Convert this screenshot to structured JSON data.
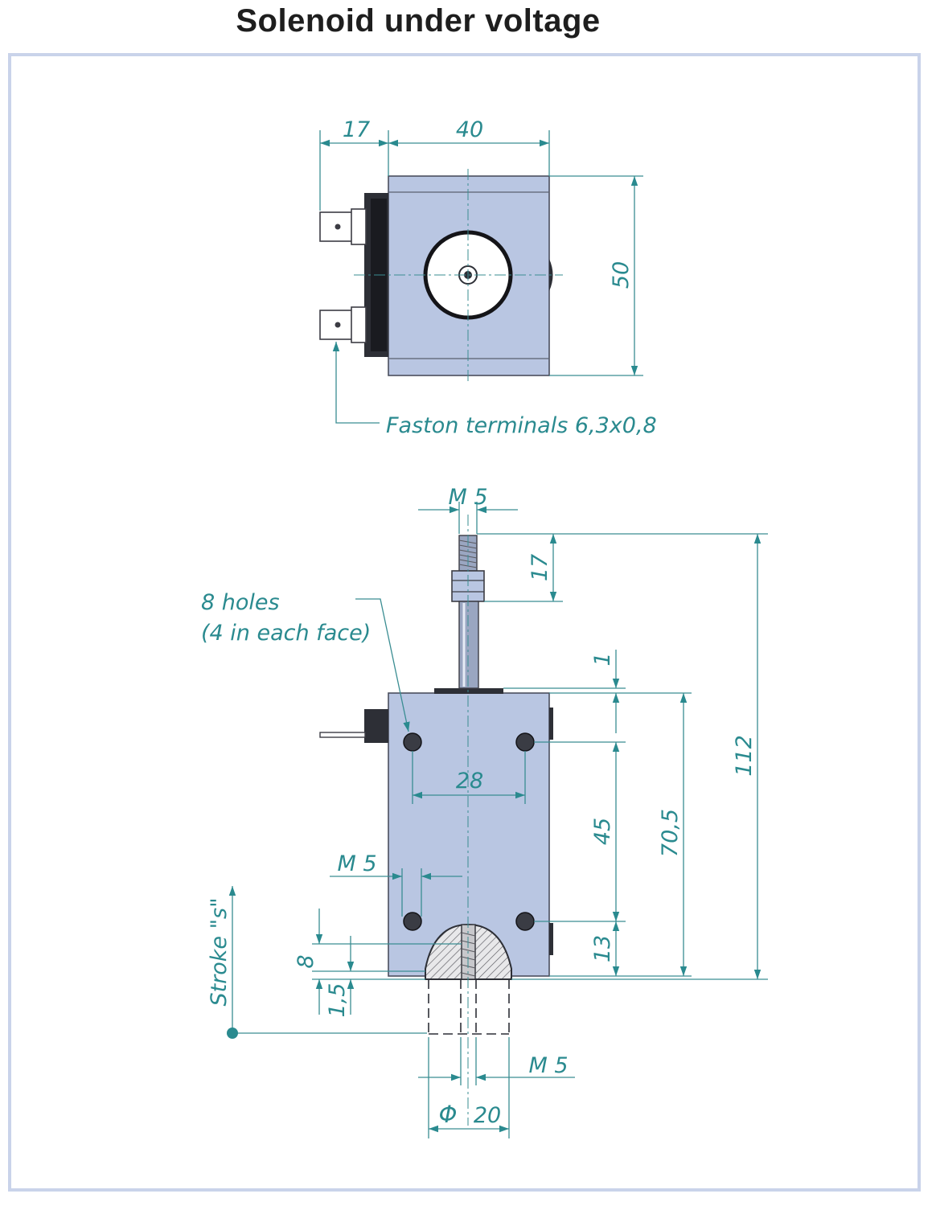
{
  "title": "Solenoid under voltage",
  "colors": {
    "dimension": "#2a8a8f",
    "body": "#b9c6e2",
    "frame": "#c9d3ea"
  },
  "top_view": {
    "dims": {
      "terminal_depth": "17",
      "body_width": "40",
      "body_height": "50"
    },
    "callout": "Faston terminals 6,3x0,8"
  },
  "side_view": {
    "thread_top": "M  5",
    "stud_length": "17",
    "holes_note_line1": "8 holes",
    "holes_note_line2": "(4 in each face)",
    "gap": "1",
    "hole_spacing_h": "28",
    "hole_spacing_v": "45",
    "height_body": "70,5",
    "overall_height": "112",
    "bottom_offset": "13",
    "hole_thread": "M  5",
    "depth": "8",
    "recess": "1,5",
    "stroke_label": "Stroke \"s\"",
    "plunger_thread": "M  5",
    "plunger_diameter": "20",
    "diameter_symbol": "Φ"
  }
}
